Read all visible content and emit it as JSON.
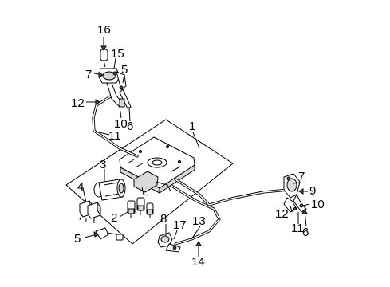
{
  "callouts": [
    {
      "id": "c1",
      "text": "1"
    },
    {
      "id": "c2",
      "text": "2"
    },
    {
      "id": "c3",
      "text": "3"
    },
    {
      "id": "c4",
      "text": "4"
    },
    {
      "id": "c5a",
      "text": "5"
    },
    {
      "id": "c5b",
      "text": "5"
    },
    {
      "id": "c6a",
      "text": "6"
    },
    {
      "id": "c6b",
      "text": "6"
    },
    {
      "id": "c7a",
      "text": "7"
    },
    {
      "id": "c7b",
      "text": "7"
    },
    {
      "id": "c8",
      "text": "8"
    },
    {
      "id": "c9",
      "text": "9"
    },
    {
      "id": "c10a",
      "text": "10"
    },
    {
      "id": "c10b",
      "text": "10"
    },
    {
      "id": "c11a",
      "text": "11"
    },
    {
      "id": "c11b",
      "text": "11"
    },
    {
      "id": "c12a",
      "text": "12"
    },
    {
      "id": "c12b",
      "text": "12"
    },
    {
      "id": "c13",
      "text": "13"
    },
    {
      "id": "c14",
      "text": "14"
    },
    {
      "id": "c15",
      "text": "15"
    },
    {
      "id": "c16",
      "text": "16"
    },
    {
      "id": "c17",
      "text": "17"
    }
  ]
}
